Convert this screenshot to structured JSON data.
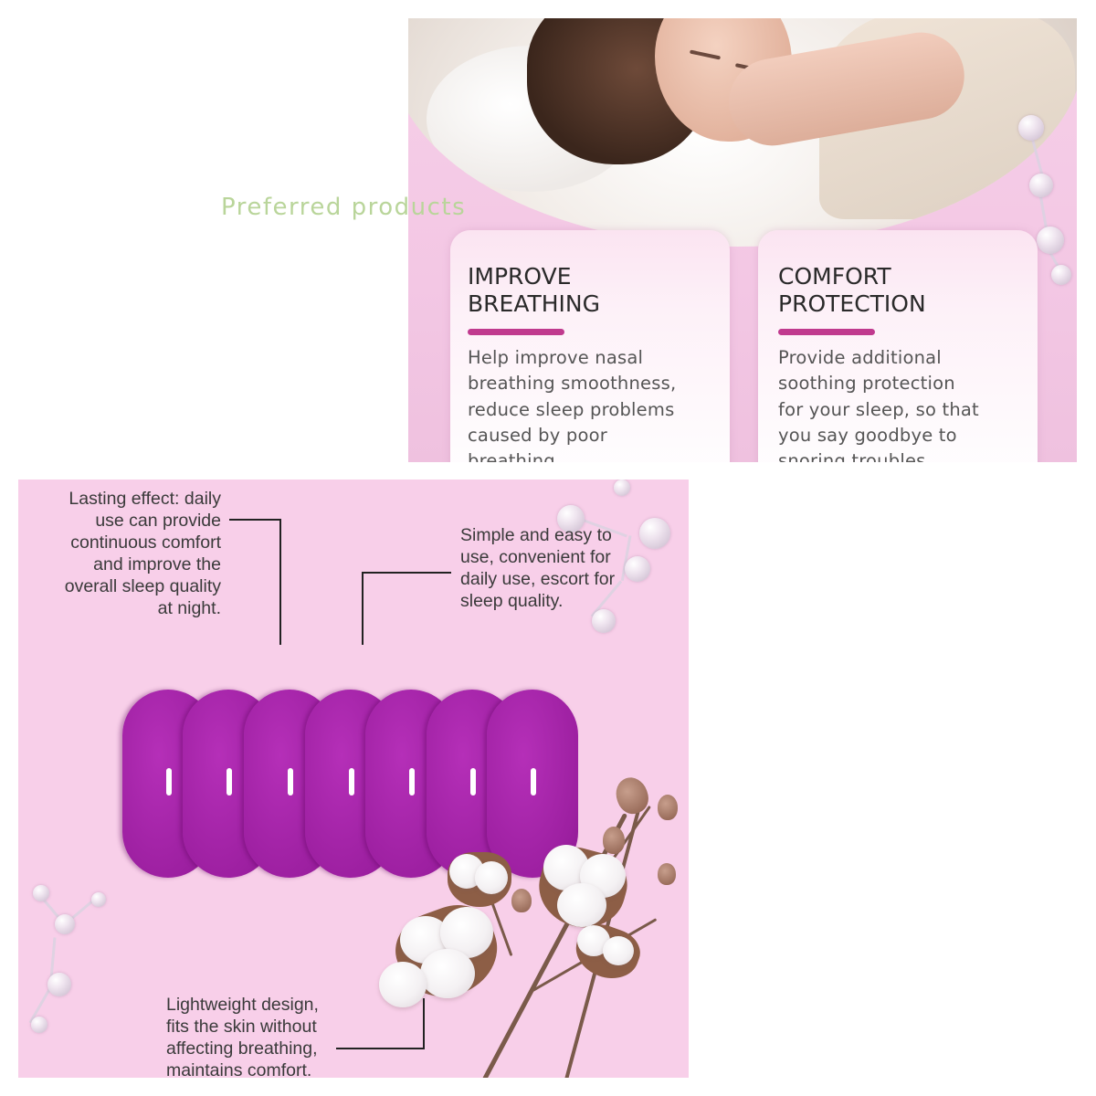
{
  "watermark": "Preferred products",
  "top_panel": {
    "cards": [
      {
        "title": "IMPROVE\nBREATHING",
        "body": "Help improve nasal\nbreathing smoothness,\nreduce sleep problems\ncaused by poor\nbreathing."
      },
      {
        "title": "COMFORT\nPROTECTION",
        "body": "Provide additional\nsoothing protection\nfor your sleep, so that\nyou say goodbye to\nsnoring troubles."
      }
    ]
  },
  "bottom_panel": {
    "callouts": {
      "lasting": "Lasting effect: daily\nuse can provide\ncontinuous comfort\nand improve the\noverall sleep quality\nat night.",
      "simple": "Simple and easy to\nuse, convenient for\ndaily use, escort for\nsleep quality.",
      "lightweight": "Lightweight design,\nfits the skin without\naffecting breathing,\nmaintains comfort."
    },
    "patch_count": 7,
    "patch_color": "#9c1fa0"
  },
  "colors": {
    "accent": "#c03a8e",
    "panel_pink": "#f8cfe9",
    "watermark_green": "#b9d59a"
  },
  "icons": [
    "molecule-icon",
    "cotton-flower-icon",
    "mouth-tape-patch-icon"
  ]
}
